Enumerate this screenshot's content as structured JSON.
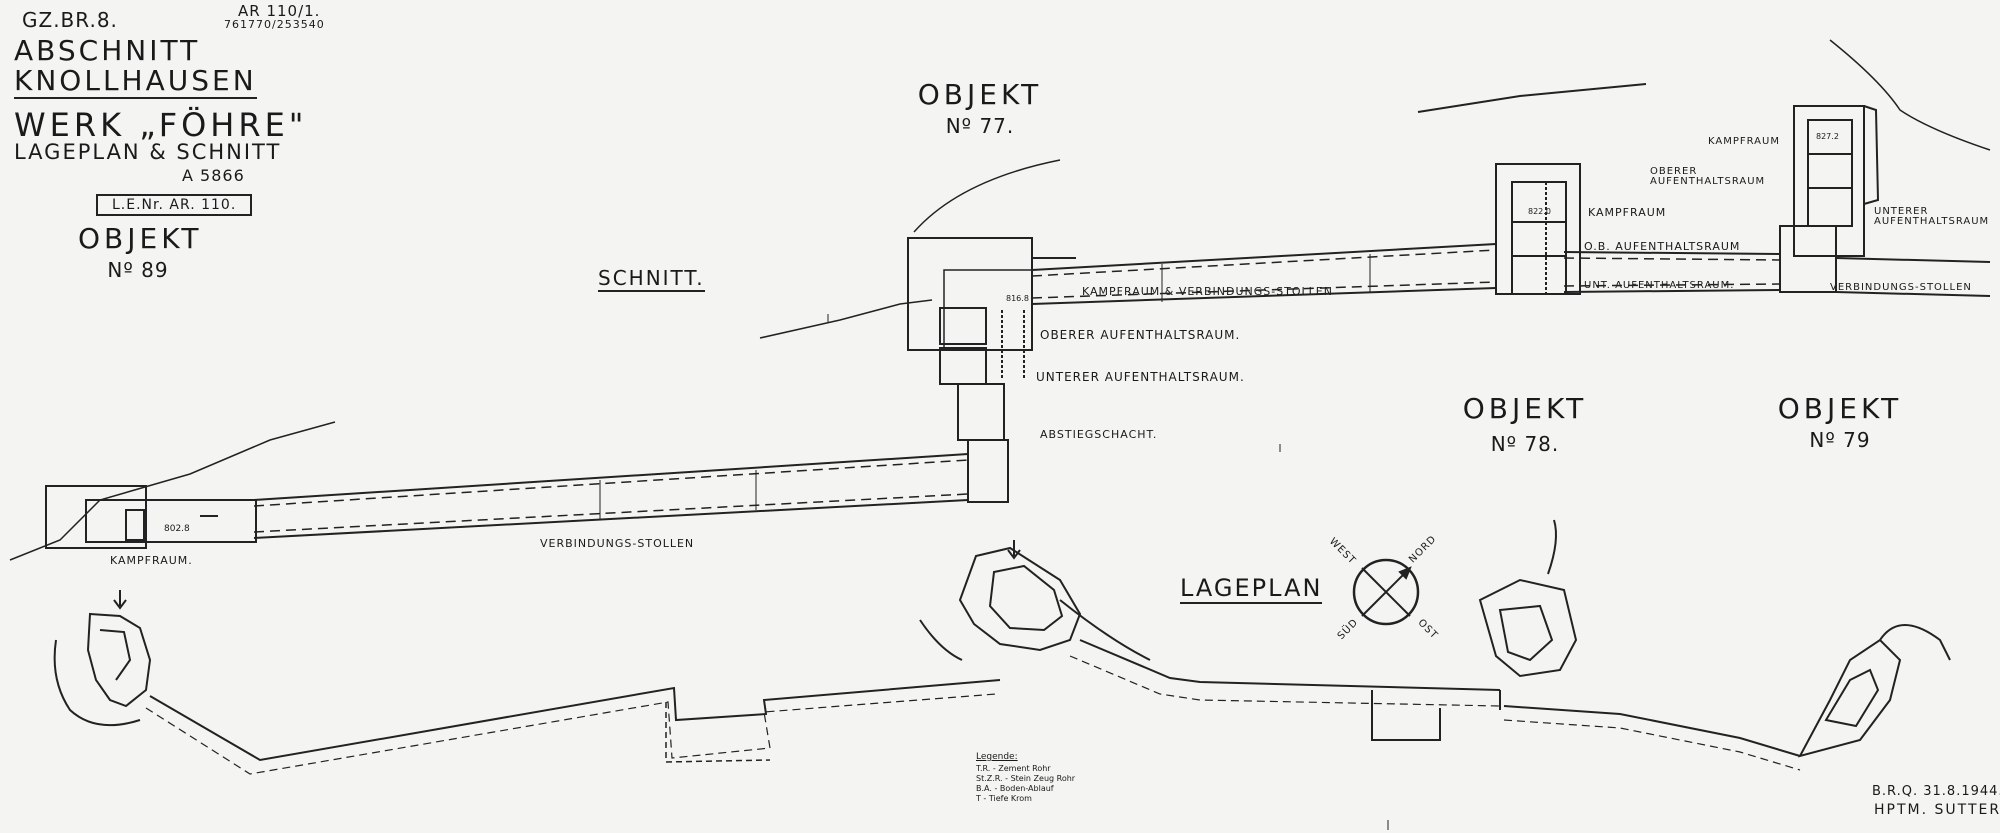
{
  "header": {
    "sheet_code": "GZ.BR.8.",
    "archive_ref": "AR 110/1.",
    "coord_ref": "761770/253540",
    "section_line1": "ABSCHNITT",
    "section_line2": "KNOLLHAUSEN",
    "work_title": "WERK „FÖHRE\"",
    "plan_type": "LAGEPLAN & SCHNITT",
    "plan_number": "A 5866",
    "stamp": "L.E.Nr. AR. 110."
  },
  "objects": {
    "obj89_title": "OBJEKT",
    "obj89_number": "Nº 89",
    "obj77_title": "OBJEKT",
    "obj77_number": "Nº 77.",
    "obj78_title": "OBJEKT",
    "obj78_number": "Nº 78.",
    "obj79_title": "OBJEKT",
    "obj79_number": "Nº 79"
  },
  "section": {
    "heading": "SCHNITT.",
    "labels": {
      "kampfraum_89": "KAMPFRAUM.",
      "verbindungs_stollen_1": "VERBINDUNGS-STOLLEN",
      "kampfraum_verbindung": "KAMPFRAUM & VERBINDUNGS-STOLLEN",
      "oberer_aufenthaltsraum": "OBERER AUFENTHALTSRAUM.",
      "unterer_aufenthaltsraum": "UNTERER AUFENTHALTSRAUM.",
      "abstiegschacht": "ABSTIEGSCHACHT.",
      "kampfraum_78": "KAMPFRAUM",
      "ob_aufenthaltsraum": "O.B. AUFENTHALTSRAUM",
      "unt_aufenthaltsraum": "UNT. AUFENTHALTSRAUM.",
      "kampfraum_79": "KAMPFRAUM",
      "oberer_79_line1": "OBERER",
      "oberer_79_line2": "AUFENTHALTSRAUM",
      "unterer_79_line1": "UNTERER",
      "unterer_79_line2": "AUFENTHALTSRAUM",
      "verbindungs_stollen_2": "VERBINDUNGS-STOLLEN"
    },
    "elevations": {
      "e89": "802.8",
      "e77": "816.8",
      "e78": "822.0",
      "e79": "827.2"
    }
  },
  "plan": {
    "heading": "LAGEPLAN",
    "compass": {
      "west": "WEST",
      "nord": "NORD",
      "sud": "SÜD",
      "ost": "OST"
    },
    "legend_title": "Legende:",
    "legend_items": [
      "T.R. - Zement Rohr",
      "St.Z.R. - Stein Zeug Rohr",
      "B.A. - Boden-Ablauf",
      "T - Tiefe Krom"
    ]
  },
  "signature": {
    "date": "B.R.Q. 31.8.1944.",
    "name": "HPTM. SUTTER"
  }
}
